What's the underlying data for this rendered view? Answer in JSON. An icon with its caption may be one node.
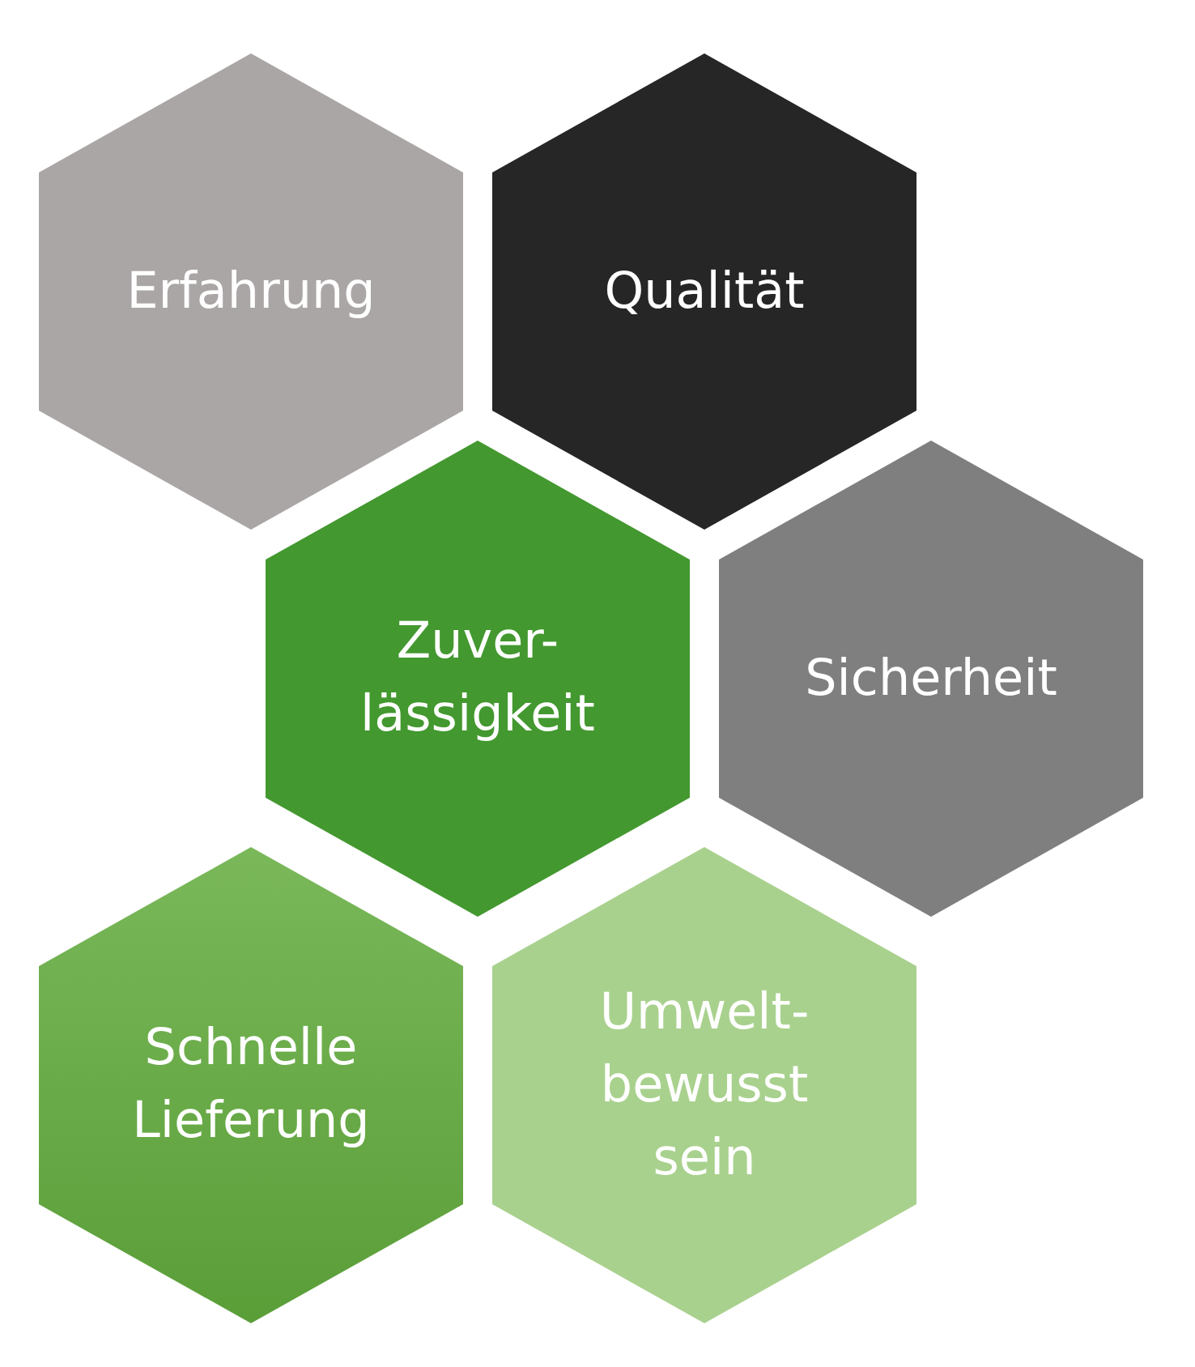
{
  "diagram": {
    "nodes": [
      {
        "text": [
          "Erfahrung"
        ]
      },
      {
        "text": [
          "Qualität"
        ]
      },
      {
        "text": [
          "Zuver- lässigkeit"
        ]
      },
      {
        "text": [
          "Sicherheit"
        ]
      },
      {
        "text": [
          "Schnelle Lieferung"
        ]
      },
      {
        "text": [
          "Umwelt- bewusst sein"
        ]
      }
    ]
  }
}
